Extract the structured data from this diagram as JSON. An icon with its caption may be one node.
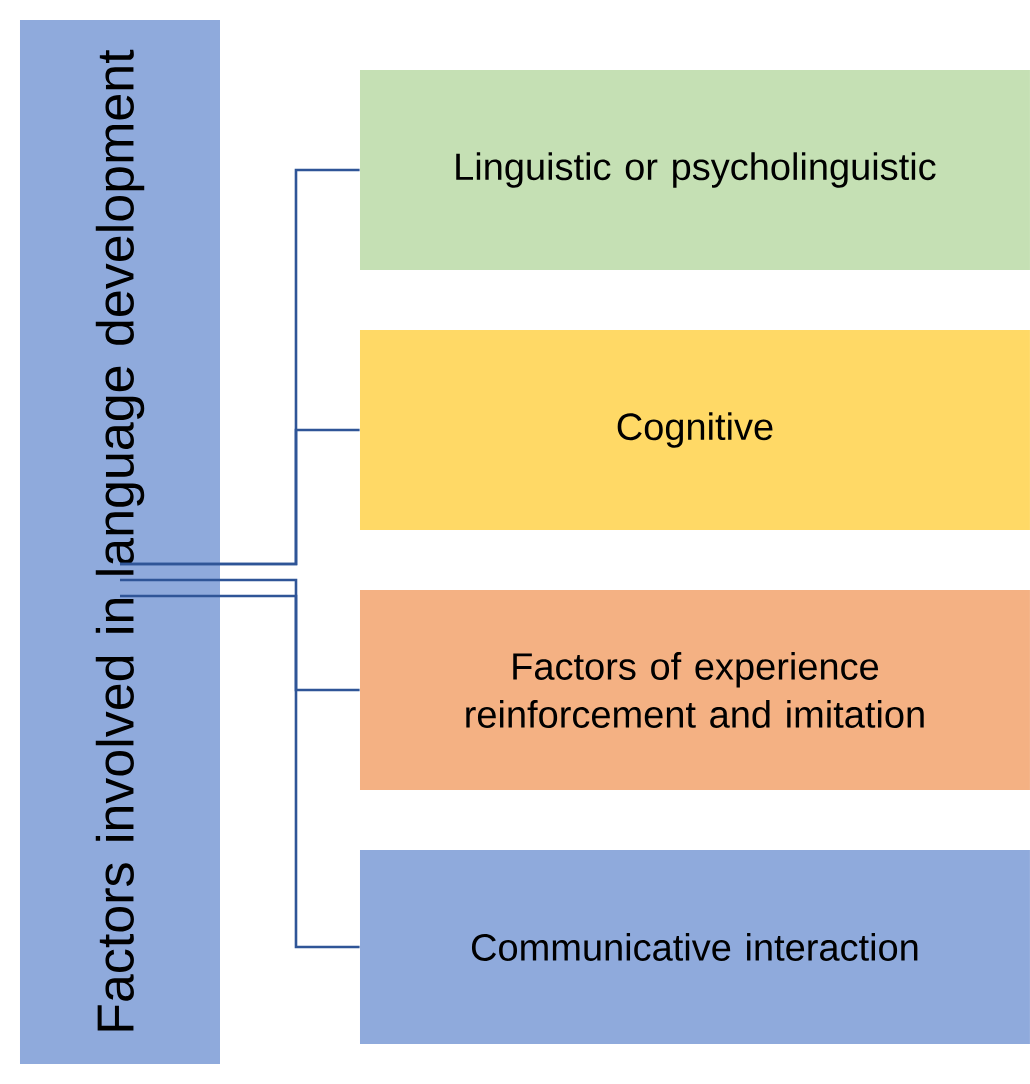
{
  "diagram": {
    "nodes": [
      {
        "text": [
          "Factors involved in language development"
        ]
      },
      {
        "text": [
          "Linguistic or psycholinguistic"
        ]
      },
      {
        "text": [
          "Cognitive"
        ]
      },
      {
        "text": [
          "Factors of experience reinforcement and imitation"
        ]
      },
      {
        "text": [
          "Communicative interaction"
        ]
      }
    ],
    "edges": [
      {
        "from": 0,
        "to": 1,
        "arrow": "none"
      },
      {
        "from": 0,
        "to": 2,
        "arrow": "none"
      },
      {
        "from": 0,
        "to": 3,
        "arrow": "none"
      },
      {
        "from": 0,
        "to": 4,
        "arrow": "none"
      }
    ]
  }
}
